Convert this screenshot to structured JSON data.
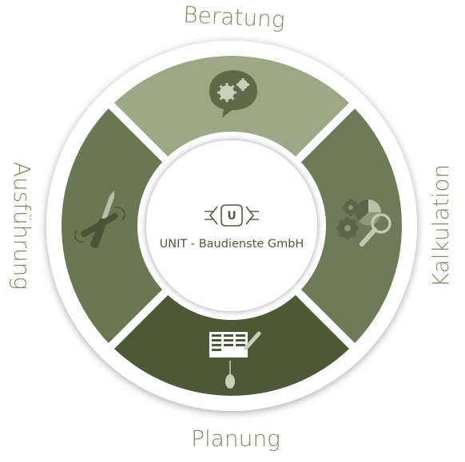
{
  "title": "",
  "center": {
    "logo_letter": "U",
    "company": "UNIT - Baudienste GmbH"
  },
  "segments": [
    {
      "key": "beratung",
      "label": "Beratung",
      "icon": "speech-bubble-gears-icon"
    },
    {
      "key": "kalkulation",
      "label": "Kalkulation",
      "icon": "gears-pie-chart-magnifier-icon"
    },
    {
      "key": "planung",
      "label": "Planung",
      "icon": "plan-document-pencil-mouse-icon"
    },
    {
      "key": "ausfuehrung",
      "label": "Ausführung",
      "icon": "screwdriver-wrench-icon"
    }
  ],
  "colors": {
    "beratung": "#9aa886",
    "kalkulation": "#6e7b58",
    "planung": "#4c5836",
    "ausfuehrung": "#6a7753",
    "label_text": "#7d8a66",
    "outer_ring": "#ffffff",
    "center_text": "#4f5a3c"
  }
}
